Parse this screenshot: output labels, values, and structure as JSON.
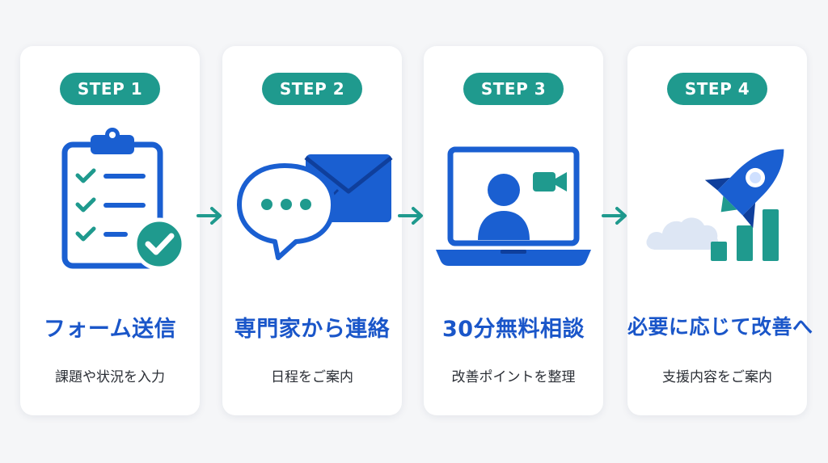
{
  "steps": [
    {
      "badge": "STEP 1",
      "icon": "clipboard-checklist-icon",
      "title": "フォーム送信",
      "desc": "課題や状況を入力"
    },
    {
      "badge": "STEP 2",
      "icon": "chat-bubble-mail-icon",
      "title": "専門家から連絡",
      "desc": "日程をご案内"
    },
    {
      "badge": "STEP 3",
      "icon": "laptop-video-call-icon",
      "title": "30分無料相談",
      "desc": "改善ポイントを整理"
    },
    {
      "badge": "STEP 4",
      "icon": "rocket-growth-chart-icon",
      "title": "必要に応じて改善へ",
      "desc": "支援内容をご案内"
    }
  ],
  "colors": {
    "badge": "#1f9a8e",
    "title": "#1a56c9",
    "icon_blue": "#1a5fd1",
    "icon_teal": "#1f9a8e",
    "arrow": "#1f9a8e",
    "background": "#f5f6f8"
  }
}
